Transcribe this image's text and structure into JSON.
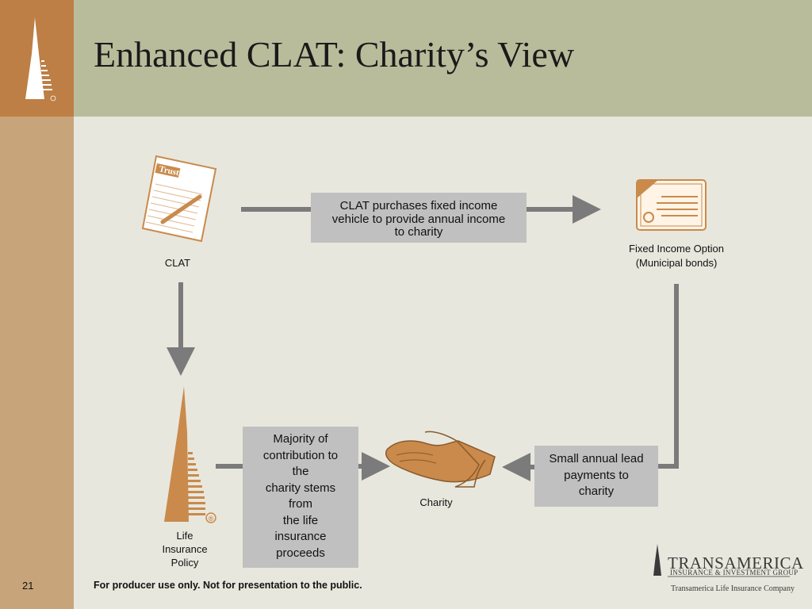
{
  "slide": {
    "title": "Enhanced CLAT: Charity’s View",
    "page_number": "21",
    "disclaimer": "For producer use only. Not for presentation to the public."
  },
  "diagram": {
    "clat_label": "CLAT",
    "trust_doc_text": "Trust",
    "fixed_income_label_1": "Fixed Income Option",
    "fixed_income_label_2": "(Municipal bonds)",
    "purchase_box": [
      "CLAT  purchases fixed income",
      "vehicle to provide annual income",
      "to charity"
    ],
    "policy_label": [
      "Life",
      "Insurance",
      "Policy"
    ],
    "majority_box": [
      "Majority of",
      "contribution to",
      "the",
      "charity stems",
      "from",
      "the life",
      "insurance",
      "proceeds"
    ],
    "charity_label": "Charity",
    "small_box": [
      "Small annual lead",
      "payments to",
      "charity"
    ]
  },
  "brand": {
    "name": "TRANSAMERICA",
    "sub": "INSURANCE & INVESTMENT GROUP",
    "company": "Transamerica Life Insurance Company",
    "registered_mark": "®"
  },
  "colors": {
    "logo_box": "#bd7f45",
    "left_band": "#c8a47a",
    "title_band": "#b9bc9b",
    "background": "#e8e7dd",
    "arrow": "#7b7b7b",
    "box": "#c0c0c0",
    "icon_tan": "#c98a4b"
  },
  "icons": [
    "transamerica-pyramid-logo",
    "trust-document-icon",
    "bond-certificate-icon",
    "pyramid-building-icon",
    "hands-icon"
  ]
}
